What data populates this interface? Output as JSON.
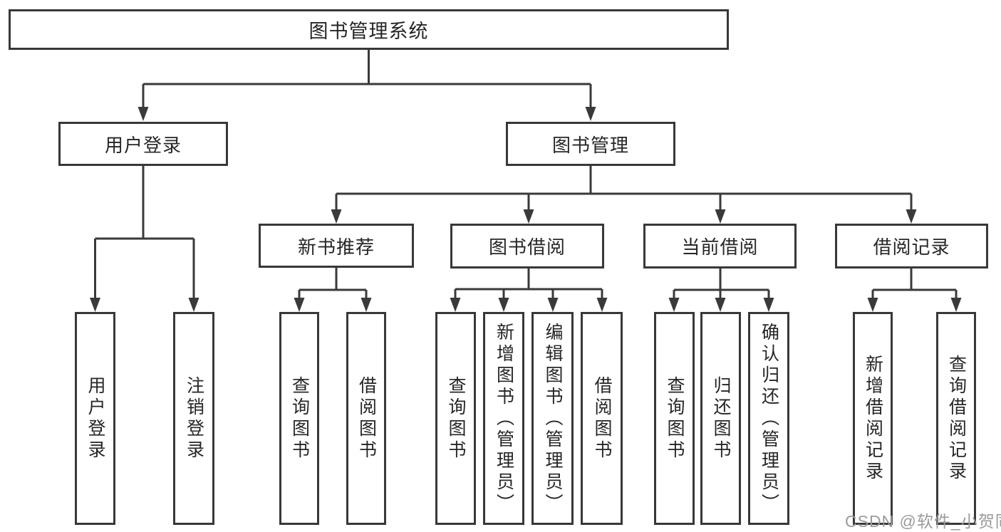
{
  "diagram_title": "图书管理系统",
  "tree": {
    "label": "图书管理系统",
    "children": [
      {
        "label": "用户登录",
        "children": [
          {
            "label": "用户登录"
          },
          {
            "label": "注销登录"
          }
        ]
      },
      {
        "label": "图书管理",
        "children": [
          {
            "label": "新书推荐",
            "children": [
              {
                "label": "查询图书"
              },
              {
                "label": "借阅图书"
              }
            ]
          },
          {
            "label": "图书借阅",
            "children": [
              {
                "label": "查询图书"
              },
              {
                "label": "新增图书（管理员）"
              },
              {
                "label": "编辑图书（管理员）"
              },
              {
                "label": "借阅图书"
              }
            ]
          },
          {
            "label": "当前借阅",
            "children": [
              {
                "label": "查询图书"
              },
              {
                "label": "归还图书"
              },
              {
                "label": "确认归还（管理员）"
              }
            ]
          },
          {
            "label": "借阅记录",
            "children": [
              {
                "label": "新增借阅记录"
              },
              {
                "label": "查询借阅记录"
              }
            ]
          }
        ]
      }
    ]
  },
  "watermark": "CSDN @软件_小贺同学",
  "colors": {
    "line": "#3a3a3a",
    "box_border": "#383838",
    "text": "#262626",
    "watermark": "#9b9b9b",
    "background": "#ffffff"
  }
}
